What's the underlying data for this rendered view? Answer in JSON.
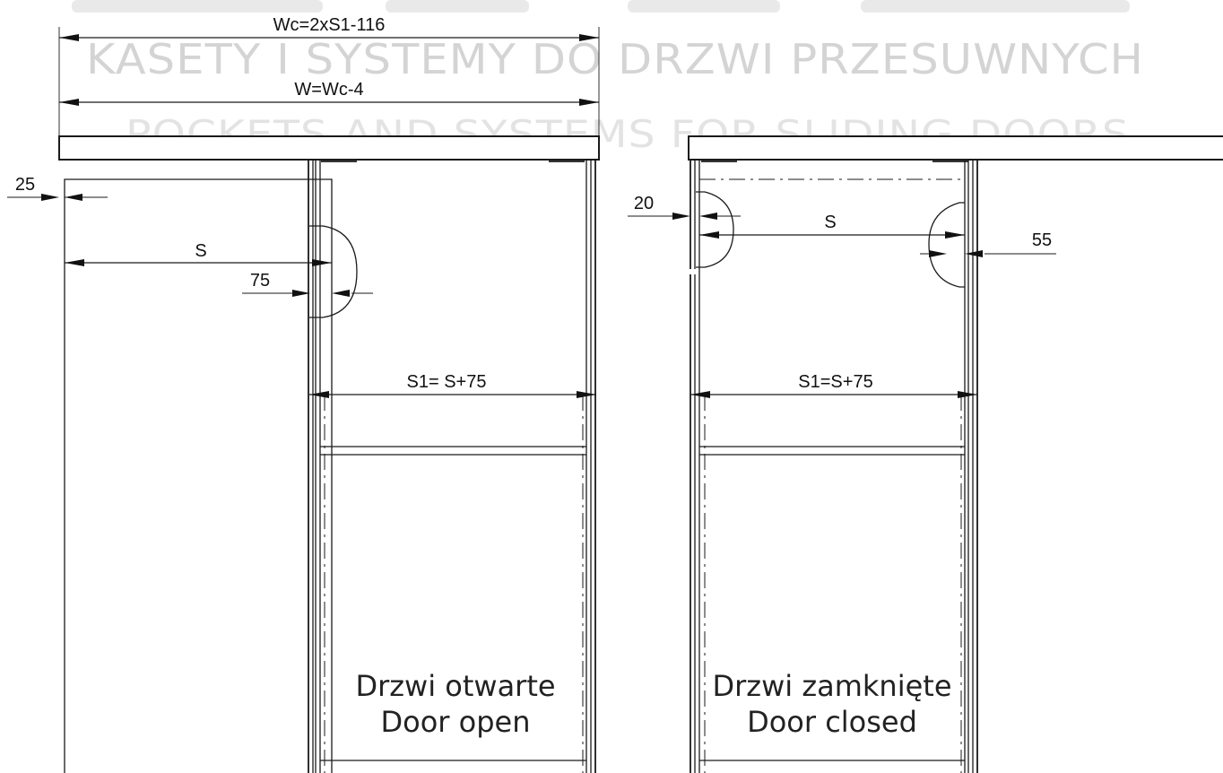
{
  "watermark": {
    "line1": "KASETY I SYSTEMY DO DRZWI PRZESUWNYCH",
    "line2": "POCKETS AND SYSTEMS FOR SLIDING DOORS"
  },
  "dimensions": {
    "wc": "Wc=2xS1-116",
    "w": "W=Wc-4",
    "left_gap": "25",
    "left_s": "S",
    "left_handle": "75",
    "left_s1": "S1= S+75",
    "right_gap": "20",
    "right_s": "S",
    "right_handle": "55",
    "right_s1": "S1=S+75"
  },
  "captions": {
    "open_pl": "Drzwi otwarte",
    "open_en": "Door open",
    "closed_pl": "Drzwi zamknięte",
    "closed_en": "Door closed"
  }
}
